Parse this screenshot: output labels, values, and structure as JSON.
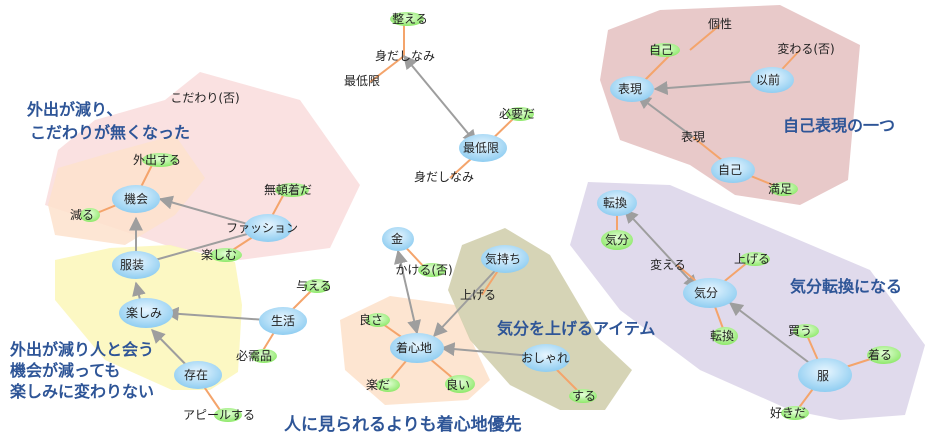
{
  "colors": {
    "pink_area": "#f9dada",
    "yellow_area": "#fbf7b9",
    "peach_area": "#fde2cc",
    "olive_area": "#d2cfae",
    "mauve_area": "#e6c3c3",
    "lavender_area": "#ddd6ea",
    "blue_node": "#a9d8f4",
    "green_node": "#9ef07e",
    "edge_orange": "#f4a46b",
    "edge_gray": "#9e9e9e",
    "label_blue": "#2e5597",
    "red_text": "#e02020"
  },
  "cluster_labels": {
    "outing_reduced": [
      "外出が減り、",
      "こだわりが無くなった"
    ],
    "fun_unchanged": [
      "外出が減り人と会う",
      "機会が減っても",
      "楽しみに変わりない"
    ],
    "comfort_first": "人に見られるよりも着心地優先",
    "mood_item": "気分を上げるアイテム",
    "self_expression": "自己表現の一つ",
    "mood_switch": "気分転換になる"
  },
  "nodes": {
    "kikai": "機会",
    "gaishutsu_suru": "外出する",
    "heru": "減る",
    "fukusou": "服装",
    "tanoshimi": "楽しみ",
    "sonzai": "存在",
    "appeal_suru": "アピールする",
    "fashion": "ファッション",
    "mutonjaku": "無頓着だ",
    "tanoshimu": "楽しむ",
    "kodawari": "こだわり(否)",
    "seikatsu": "生活",
    "ataeru": "与える",
    "hitsujuhin": "必需品",
    "midashinami_top": "身だしなみ",
    "totonoeru": "整える",
    "saiteigen_small": "最低限",
    "saiteigen_mid": "最低限",
    "hitsuyou": "必要だ",
    "midashinami_small": "身だしなみ",
    "kane": "金",
    "kakeru": "かける(否)",
    "kimochi": "気持ち",
    "ageru_small": "上げる",
    "yosa": "良さ",
    "kigokochi": "着心地",
    "raku": "楽だ",
    "yoi": "良い",
    "oshare": "おしゃれ",
    "suru": "する",
    "kosei": "個性",
    "jiko_small": "自己",
    "hyougen": "表現",
    "izen": "以前",
    "kawaru": "変わる(否)",
    "hyougen_small": "表現",
    "jiko_mid": "自己",
    "manzoku": "満足",
    "tenkan": "転換",
    "kibun_small": "気分",
    "kaeru": "変える",
    "kibun": "気分",
    "ageru": "上げる",
    "tenkan_small": "転換",
    "fuku": "服",
    "kau": "買う",
    "kiru": "着る",
    "sukida": "好きだ"
  }
}
